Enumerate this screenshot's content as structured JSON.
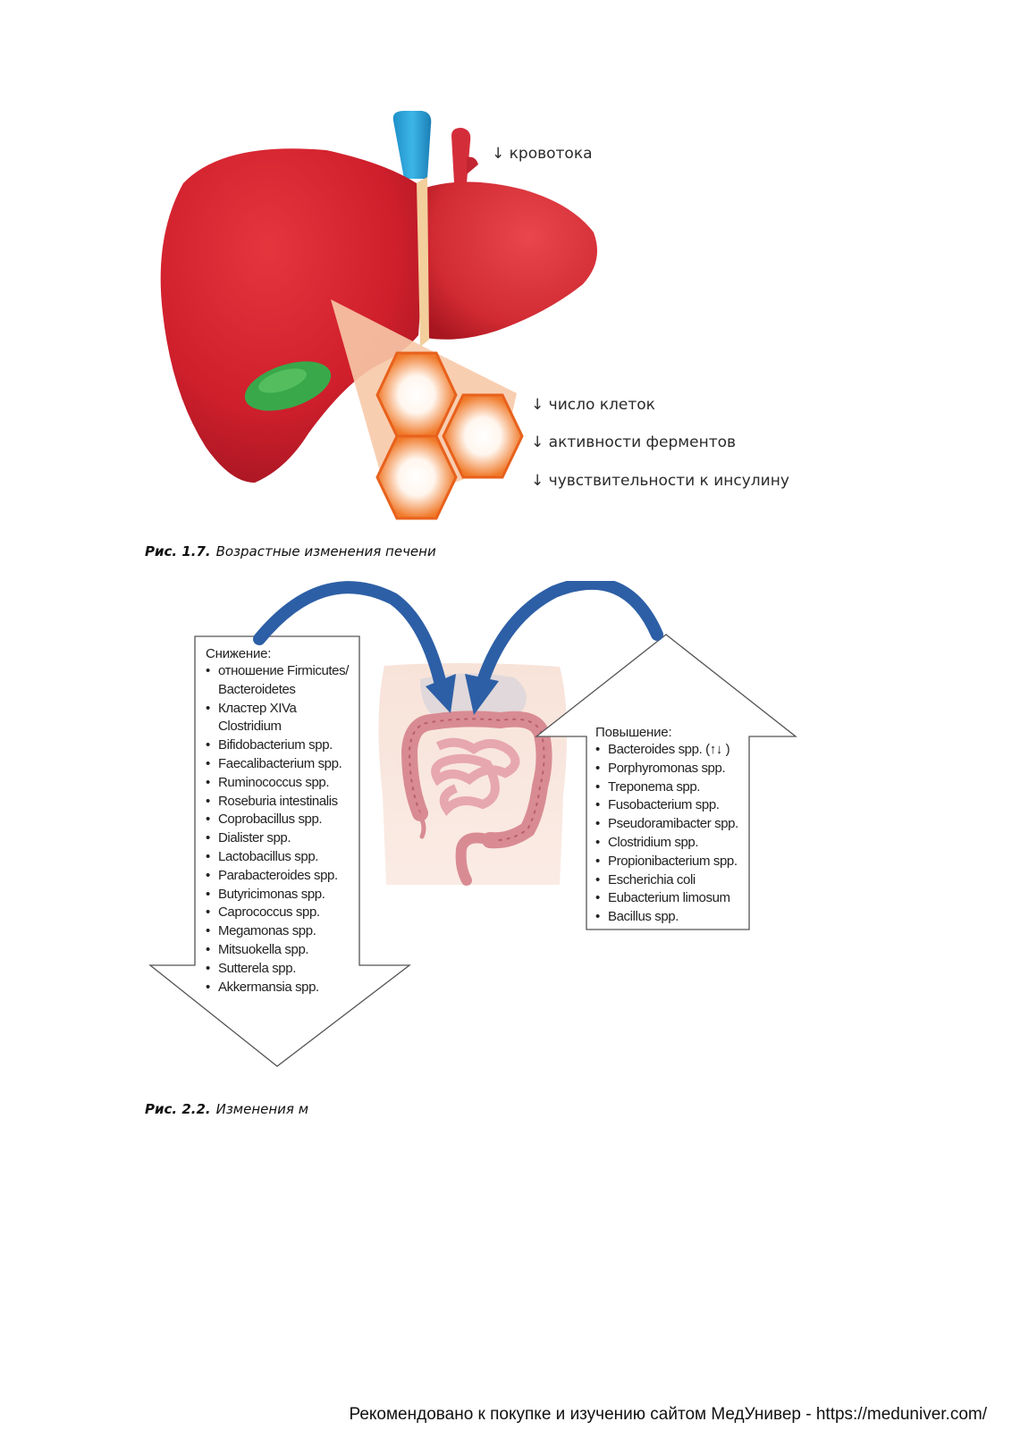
{
  "figure1": {
    "labels": {
      "blood_flow": "↓ кровотока",
      "cell_count": "↓ число клеток",
      "enzymes": "↓ активности ферментов",
      "insulin": "↓ чувствительности к инсулину"
    },
    "caption_num": "Рис. 1.7.",
    "caption_text": "Возрастные изменения печени"
  },
  "figure2": {
    "decrease": {
      "heading": "Снижение:",
      "items": [
        "отношение Firmicutes/\nBacteroidetes",
        "Кластер XIVa\nClostridium",
        "Bifidobacterium spp.",
        "Faecalibacterium spp.",
        "Ruminococcus spp.",
        "Roseburia intestinalis",
        "Coprobacillus spp.",
        "Dialister spp.",
        "Lactobacillus spp.",
        "Parabacteroides spp.",
        "Butyricimonas spp.",
        "Caprococcus spp.",
        "Megamonas spp.",
        "Mitsuokella spp.",
        "Sutterela spp.",
        "Akkermansia spp."
      ]
    },
    "increase": {
      "heading": "Повышение:",
      "items": [
        "Bacteroides spp. (↑↓ )",
        "Porphyromonas spp.",
        "Treponema spp.",
        "Fusobacterium spp.",
        "Pseudoramibacter spp.",
        "Clostridium spp.",
        "Propionibacterium spp.",
        "Escherichia coli",
        "Eubacterium limosum",
        "Bacillus spp."
      ]
    },
    "caption_num": "Рис. 2.2.",
    "caption_text": "Изменения м"
  },
  "footer": "Рекомендовано к покупке и изучению сайтом МедУнивер - https://meduniver.com/"
}
